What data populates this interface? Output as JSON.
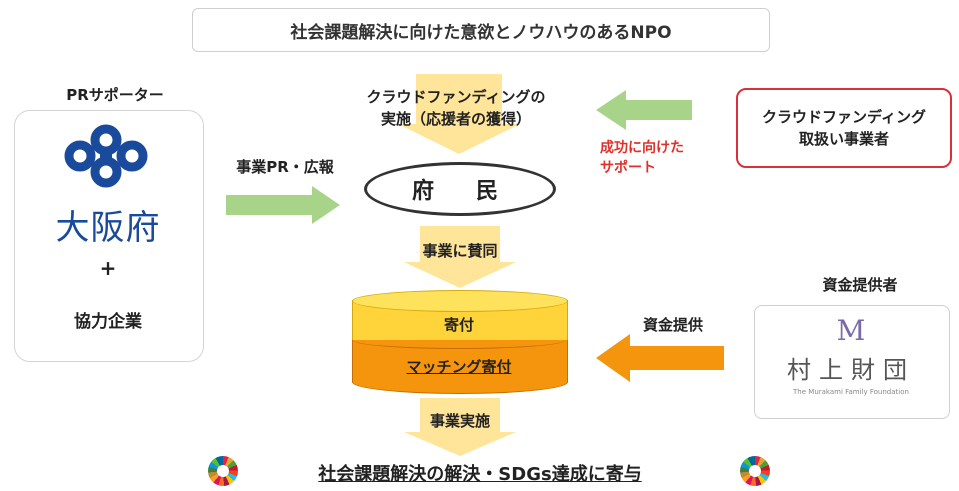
{
  "top_banner": "社会課題解決に向けた意欲とノウハウのあるNPO",
  "left": {
    "label": "PRサポーター",
    "org_name": "大阪府",
    "plus": "+",
    "partner": "協力企業",
    "arrow_label": "事業PR・広報"
  },
  "center": {
    "crowdfunding_line1": "クラウドファンディングの",
    "crowdfunding_line2": "実施（応援者の獲得）",
    "oval_label": "府　民",
    "agree_label": "事業に賛同",
    "donation_label": "寄付",
    "matching_label": "マッチング寄付",
    "implementation_label": "事業実施"
  },
  "right": {
    "cf_operator_line1": "クラウドファンディング",
    "cf_operator_line2": "取扱い事業者",
    "success_line1": "成功に向けた",
    "success_line2": "サポート",
    "funder_label": "資金提供者",
    "funder_logo_letter": "M",
    "funder_name": "村上財団",
    "funder_en": "The Murakami Family Foundation",
    "fund_arrow_label": "資金提供"
  },
  "bottom_label": "社会課題解決の解決・SDGs達成に寄与",
  "colors": {
    "green_arrow": "#a8d48a",
    "yellow_arrow": "#ffd966",
    "orange_arrow": "#f5950e",
    "osaka_blue": "#1a4a9c",
    "success_red": "#e0302a",
    "box_red_border": "#d9303a"
  },
  "icons": {
    "osaka_logo": "osaka-prefecture-logo",
    "sdg": "sdgs-color-wheel-icon"
  }
}
